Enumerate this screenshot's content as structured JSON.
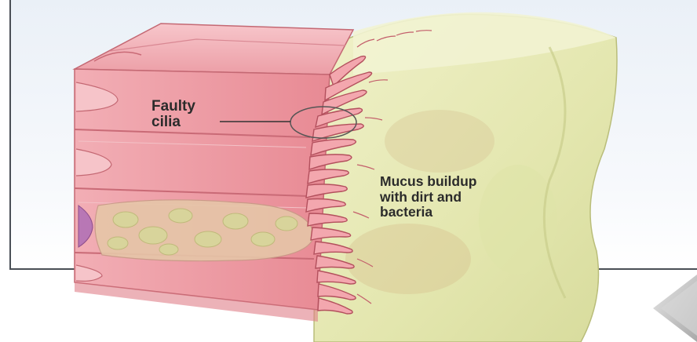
{
  "diagram": {
    "labels": {
      "faulty_cilia": [
        "Faulty",
        "cilia"
      ],
      "mucus_buildup": [
        "Mucus buildup",
        "with dirt and",
        "bacteria"
      ]
    },
    "colors": {
      "tissue": "#e98f99",
      "tissue_light": "#f6c4c9",
      "mucus": "#e6e8b7",
      "mucus_dark": "#cdd193",
      "panel_border": "#4a4f56"
    }
  },
  "nav": {
    "next_icon": "next-arrow-icon"
  }
}
